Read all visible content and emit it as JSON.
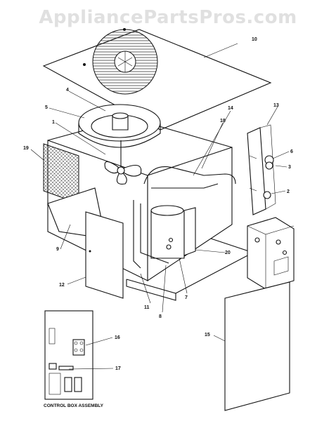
{
  "watermark": "AppliancePartsPros.com",
  "caption": "CONTROL BOX ASSEMBLY",
  "callouts": {
    "c1": "1",
    "c2": "2",
    "c3": "3",
    "c4": "4",
    "c5": "5",
    "c6": "6",
    "c7": "7",
    "c8": "8",
    "c9": "9",
    "c10": "10",
    "c11": "11",
    "c12": "12",
    "c13": "13",
    "c14": "14",
    "c15": "15",
    "c16": "16",
    "c17": "17",
    "c18": "18",
    "c19": "19",
    "c20": "20"
  }
}
